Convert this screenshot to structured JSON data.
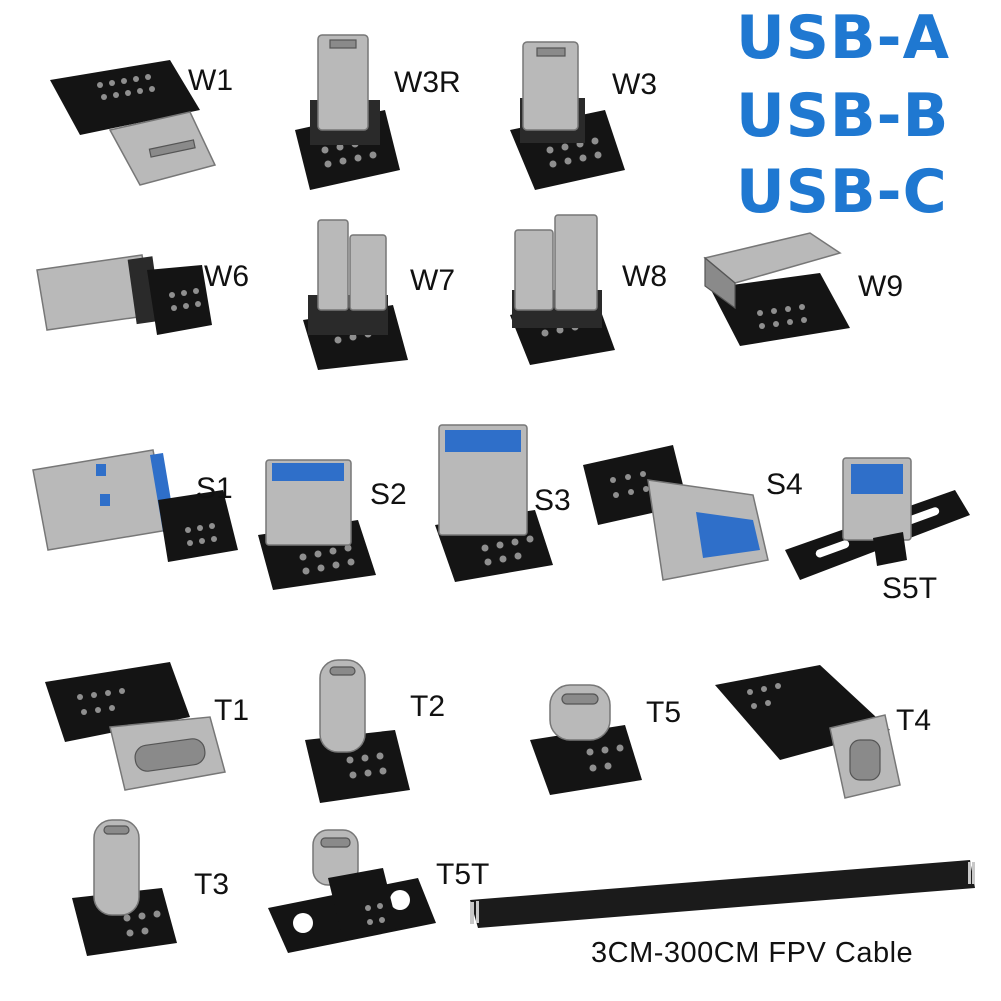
{
  "header": {
    "types": [
      "USB-A",
      "USB-B",
      "USB-C"
    ]
  },
  "products": {
    "W1": "W1",
    "W3R": "W3R",
    "W3": "W3",
    "W6": "W6",
    "W7": "W7",
    "W8": "W8",
    "W9": "W9",
    "S1": "S1",
    "S2": "S2",
    "S3": "S3",
    "S4": "S4",
    "S5T": "S5T",
    "T1": "T1",
    "T2": "T2",
    "T5": "T5",
    "T4": "T4",
    "T3": "T3",
    "T5T": "T5T"
  },
  "cable": {
    "caption": "3CM-300CM FPV Cable"
  },
  "colors": {
    "accent": "#1f78d1",
    "pcb": "#141414"
  }
}
